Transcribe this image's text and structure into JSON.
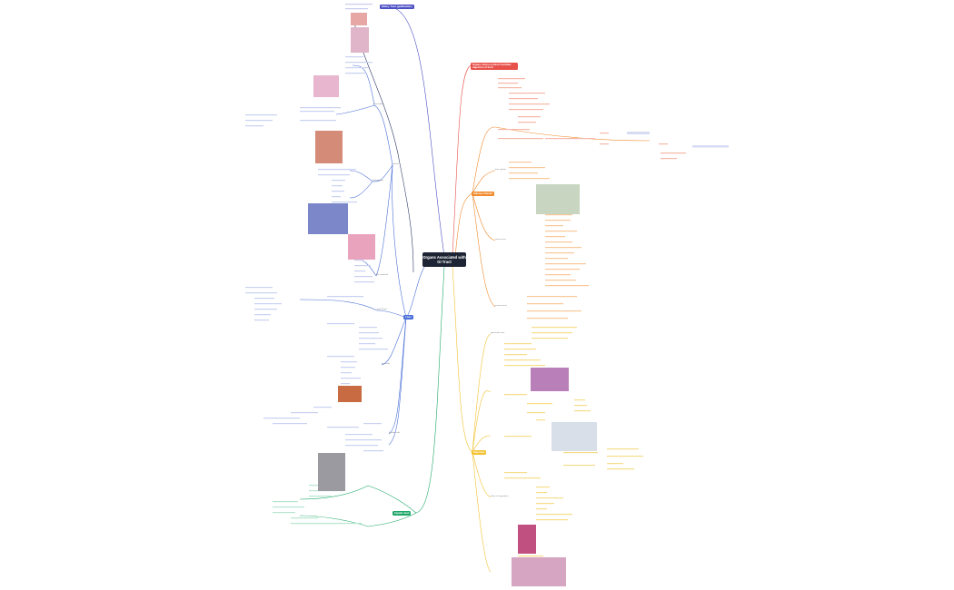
{
  "central": "Organs Associated with GI Tract",
  "branches": {
    "biliary": "Biliary Tract (gallbladder)",
    "liver": "Liver",
    "other": "Organs whose product facilitate digestion of food",
    "salivary": "Salivary Glands",
    "pancreas": "Pancreas",
    "hepatic": "hepatic duct"
  },
  "colors": {
    "biliary": "#4b4fc4",
    "liver": "#4a6fd8",
    "other": "#e8514a",
    "salivary": "#f08a2c",
    "pancreas": "#f2c230",
    "hepatic": "#1fa86a",
    "central": "#1d2433"
  },
  "labels": {
    "lobule": "liver lobule",
    "stroma": "stroma",
    "hepatocytes": "hepatocytes",
    "bile": "bile canaliculi",
    "serous": "serous acini",
    "mucous": "mucous acini",
    "ducts": "duct system",
    "acini": "pancreatic acini",
    "islets": "islets of Langerhans",
    "portal": "portal triad",
    "sinusoids": "sinusoids",
    "kupffer": "Kupffer cells"
  }
}
